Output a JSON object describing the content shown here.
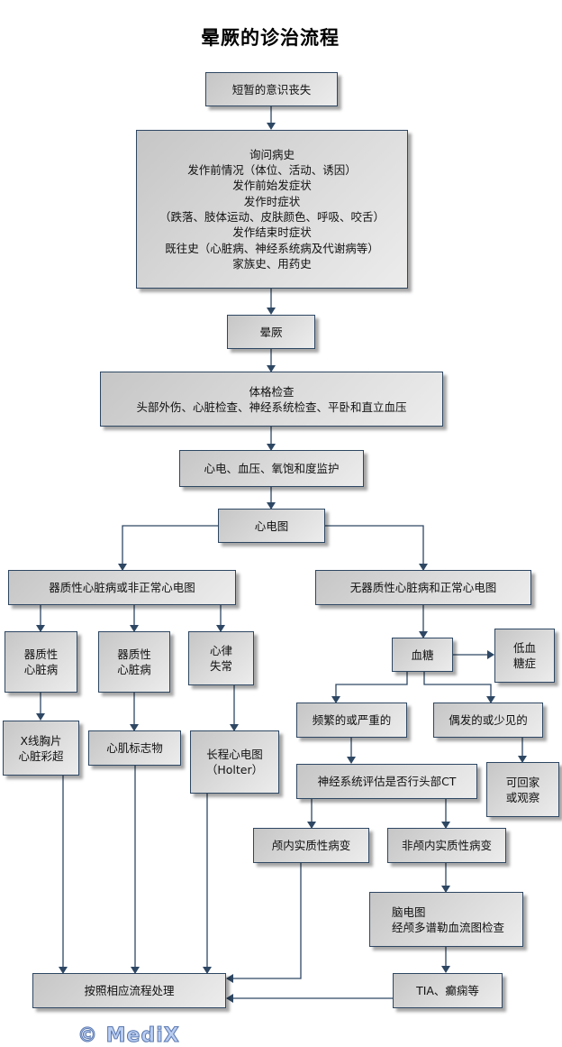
{
  "title": "晕厥的诊治流程",
  "watermark": "© MediX",
  "colors": {
    "line": "#2e4763",
    "box_border": "#2e4763",
    "watermark": "#b9cdf0"
  },
  "nodes": {
    "loc": "短暂的意识丧失",
    "history": "询问病史\n发作前情况（体位、活动、诱因）\n发作前始发症状\n发作时症状\n（跌落、肢体运动、皮肤颜色、呼吸、咬舌）\n发作结束时症状\n既往史（心脏病、神经系统病及代谢病等）\n家族史、用药史",
    "syncope": "晕厥",
    "physical": "体格检查\n头部外伤、心脏检查、神经系统检查、平卧和直立血压",
    "monitor": "心电、血压、氧饱和度监护",
    "ecg": "心电图",
    "organic_abnormal": "器质性心脏病或非正常心电图",
    "no_organic_normal": "无器质性心脏病和正常心电图",
    "organic1": "器质性\n心脏病",
    "organic2": "器质性\n心脏病",
    "arrhythmia": "心律\n失常",
    "xray": "X线胸片\n心脏彩超",
    "markers": "心肌标志物",
    "holter": "长程心电图\n（Holter）",
    "glucose": "血糖",
    "hypoglycemia": "低血\n糖症",
    "frequent": "频繁的或严重的",
    "occasional": "偶发的或少见的",
    "neuro_eval": "神经系统评估是否行头部CT",
    "home": "可回家\n或观察",
    "intracranial": "颅内实质性病变",
    "non_intracranial": "非颅内实质性病变",
    "eeg": "脑电图\n经颅多谱勒血流图检查",
    "tia": "TIA、癫痫等",
    "follow": "按照相应流程处理"
  }
}
